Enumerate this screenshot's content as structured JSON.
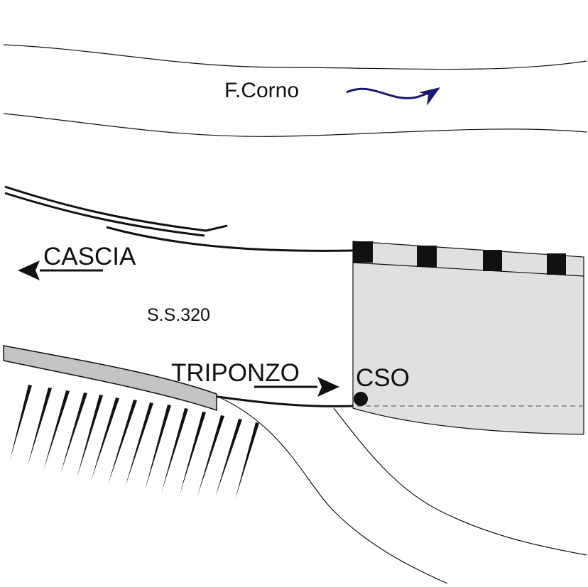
{
  "labels": {
    "river": "F.Corno",
    "destination_west": "CASCIA",
    "road": "S.S.320",
    "destination_east": "TRIPONZO",
    "station": "CSO"
  },
  "icons": {
    "river_flow": "wavy-arrow-icon",
    "west_arrow": "arrow-left-icon",
    "east_arrow": "arrow-right-icon",
    "station_marker": "filled-circle-icon",
    "slope": "hachure-marks"
  },
  "colors": {
    "ink": "#111111",
    "river_arrow": "#1c1870",
    "structure_fill": "#e0e0e0",
    "wall_fill": "#c4c4c4"
  }
}
